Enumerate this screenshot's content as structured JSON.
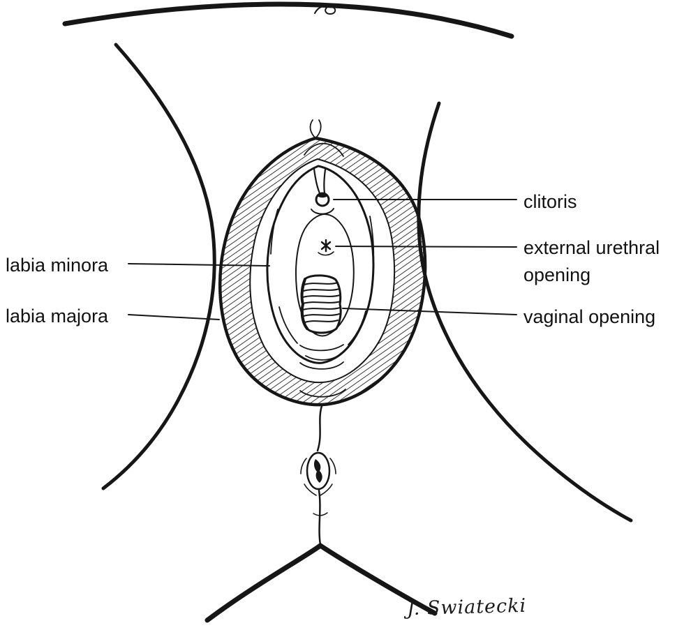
{
  "figure": {
    "ink_color": "#161616",
    "background_color": "#ffffff",
    "labels": {
      "clitoris": "clitoris",
      "external_urethral_opening": "external urethral opening",
      "vaginal_opening": "vaginal opening",
      "labia_minora": "labia minora",
      "labia_majora": "labia majora"
    },
    "signature": "J. Swiatecki"
  }
}
